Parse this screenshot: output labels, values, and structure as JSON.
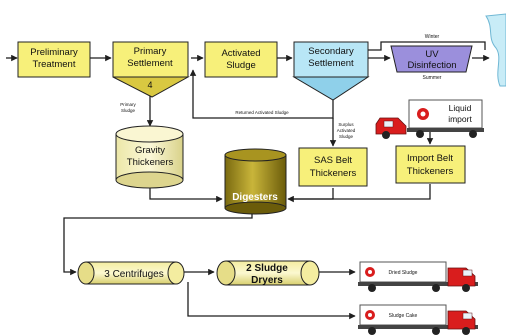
{
  "diagram": {
    "boxes": {
      "preliminary": [
        "Preliminary",
        "Treatment"
      ],
      "primary": [
        "Primary",
        "Settlement"
      ],
      "primary_num": "4",
      "activated": [
        "Activated",
        "Sludge"
      ],
      "secondary": [
        "Secondary",
        "Settlement"
      ],
      "uv": [
        "UV",
        "Disinfection"
      ],
      "gravity": [
        "Gravity",
        "Thickeners"
      ],
      "digesters": "Digesters",
      "sas": [
        "SAS Belt",
        "Thickeners"
      ],
      "import_belt": [
        "Import Belt",
        "Thickeners"
      ],
      "centrifuges": "3 Centrifuges",
      "dryers": [
        "2 Sludge",
        "Dryers"
      ]
    },
    "labels": {
      "winter": "Winter",
      "summer": "Summer",
      "primary_sludge": [
        "Primary",
        "Sludge"
      ],
      "returned_as": "Returned Activated Sludge",
      "surplus_as": [
        "Surplus",
        "Activated",
        "Sludge"
      ],
      "liquid_import": [
        "Liquid",
        "import"
      ],
      "dried_sludge": "Dried Sludge",
      "sludge_cake": "Sludge Cake"
    },
    "colors": {
      "yellow": "#f7f07a",
      "lavender": "#9b8fdc",
      "light_blue": "#b8e6f6",
      "olive_dark": "#8a7a12",
      "truck_red": "#d91d1d",
      "line": "#1f1f1f"
    }
  }
}
